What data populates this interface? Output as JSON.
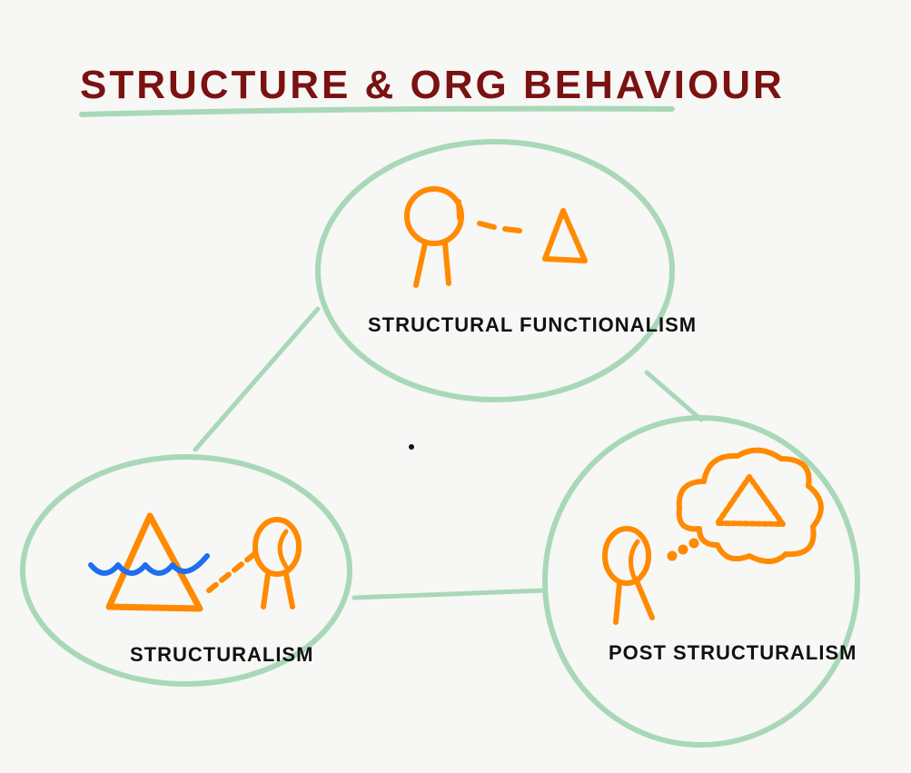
{
  "title": "STRUCTURE & ORG BEHAVIOUR",
  "nodes": [
    {
      "label": "STRUCTURAL FUNCTIONALISM"
    },
    {
      "label": "STRUCTURALISM"
    },
    {
      "label": "POST STRUCTURALISM"
    }
  ],
  "colors": {
    "title": "#7a1212",
    "circles": "#a8d8b8",
    "figures": "#ff8a00",
    "water": "#1e6ef0"
  }
}
